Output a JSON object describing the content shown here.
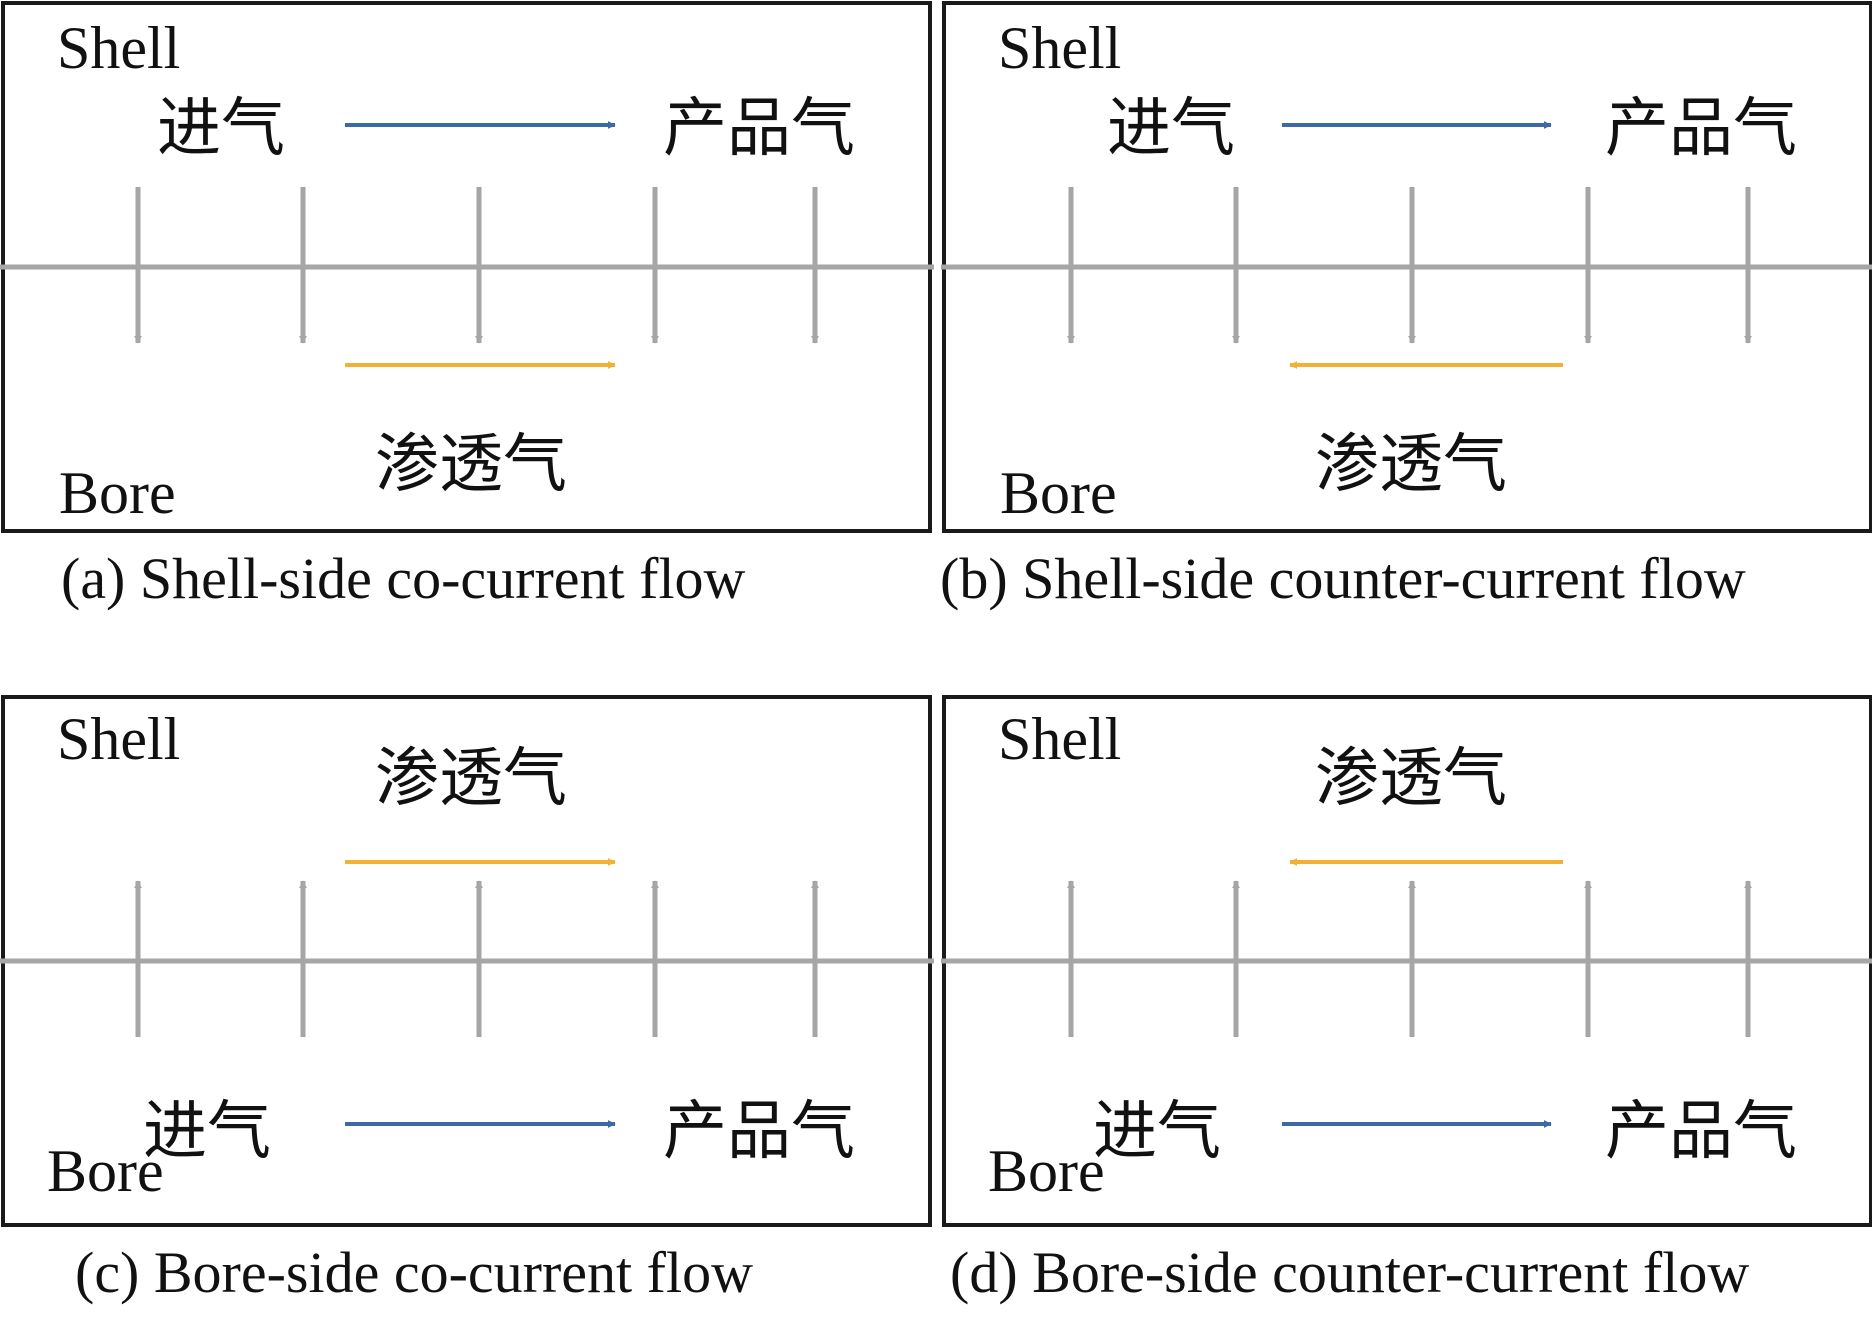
{
  "colors": {
    "frame": "#1a1a1a",
    "membrane": "#a6a6a6",
    "permeation_arrow": "#a6a6a6",
    "feed_flow": "#3d6aa6",
    "permeate_flow": "#f2b134",
    "text": "#111111"
  },
  "panels": [
    {
      "id": "a",
      "caption": "(a) Shell-side co-current flow",
      "shell_label": "Shell",
      "bore_label": "Bore",
      "feed_side": "shell",
      "feed_label": "进气",
      "product_label": "产品气",
      "permeate_label": "渗透气",
      "feed_direction": "right",
      "permeate_direction": "right",
      "permeation_direction": "down"
    },
    {
      "id": "b",
      "caption": "(b) Shell-side counter-current flow",
      "shell_label": "Shell",
      "bore_label": "Bore",
      "feed_side": "shell",
      "feed_label": "进气",
      "product_label": "产品气",
      "permeate_label": "渗透气",
      "feed_direction": "right",
      "permeate_direction": "left",
      "permeation_direction": "down"
    },
    {
      "id": "c",
      "caption": "(c) Bore-side co-current flow",
      "shell_label": "Shell",
      "bore_label": "Bore",
      "feed_side": "bore",
      "feed_label": "进气",
      "product_label": "产品气",
      "permeate_label": "渗透气",
      "feed_direction": "right",
      "permeate_direction": "right",
      "permeation_direction": "up"
    },
    {
      "id": "d",
      "caption": "(d) Bore-side counter-current flow",
      "shell_label": "Shell",
      "bore_label": "Bore",
      "feed_side": "bore",
      "feed_label": "进气",
      "product_label": "产品气",
      "permeate_label": "渗透气",
      "feed_direction": "right",
      "permeate_direction": "left",
      "permeation_direction": "up"
    }
  ]
}
